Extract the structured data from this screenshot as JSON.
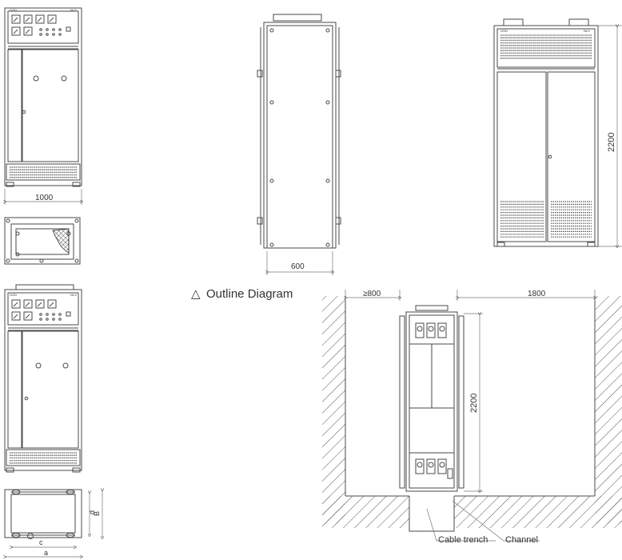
{
  "title": {
    "symbol": "△",
    "text": "Outline Diagram"
  },
  "front_view": {
    "width_label": "1000",
    "badge_left": "GGD",
    "badge_right": "NLS"
  },
  "side_view": {
    "width_label": "600"
  },
  "rear_view": {
    "height_label": "2200",
    "badge_left": "GGD",
    "badge_right": "NLS"
  },
  "front_view_lower": {
    "badge_left": "GGD",
    "badge_right": "NLS"
  },
  "base_plan": {
    "labels": {
      "a": "a",
      "c": "c",
      "d": "d",
      "B": "B"
    }
  },
  "installation": {
    "clearance_front": "≥800",
    "clearance_rear": "1800",
    "height_label": "2200",
    "callouts": {
      "cable_trench": "Cable trench",
      "channel": "Channel"
    }
  }
}
